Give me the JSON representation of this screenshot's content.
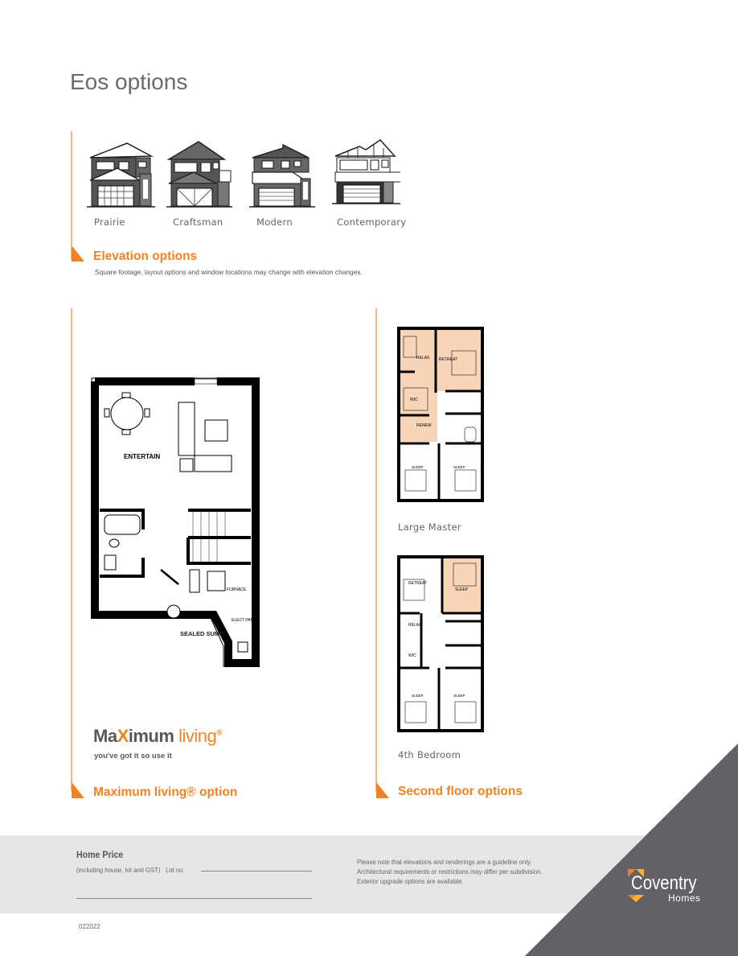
{
  "page": {
    "title": "Eos options"
  },
  "colors": {
    "accent": "#f58220",
    "footer_band": "#e7e5e6",
    "logo_panel": "#636166",
    "plan_highlight": "#f9d5b8"
  },
  "elevations": {
    "items": [
      {
        "label": "Prairie",
        "icon": "house-elevation-prairie"
      },
      {
        "label": "Craftsman",
        "icon": "house-elevation-craftsman"
      },
      {
        "label": "Modern",
        "icon": "house-elevation-modern"
      },
      {
        "label": "Contemporary",
        "icon": "house-elevation-contemporary"
      }
    ],
    "heading": "Elevation options",
    "note": "Square footage, layout options and window locations may change with elevation changes."
  },
  "maximum_living": {
    "plan_rooms": {
      "entertain": "ENTERTAIN",
      "furnace": "FURNACE",
      "elec_panel": "ELECT PANEL",
      "sump": "SEALED SUMP"
    },
    "logo": {
      "part1": "Ma",
      "part2": "X",
      "part3": "imum",
      "part4": "living",
      "reg": "®"
    },
    "tagline": "you've got it so use it",
    "heading": "Maximum living® option"
  },
  "second_floor": {
    "plans": [
      {
        "label": "Large Master",
        "rooms": [
          "RELAX",
          "RETREAT",
          "WIC",
          "RENEW",
          "SLEEP",
          "SLEEP"
        ]
      },
      {
        "label": "4th Bedroom",
        "rooms": [
          "RETREAT",
          "SLEEP",
          "RELAX",
          "WIC",
          "SLEEP",
          "SLEEP"
        ]
      }
    ],
    "heading": "Second floor options"
  },
  "footer": {
    "home_price_label": "Home Price",
    "home_price_sub": "(including house, lot and GST)",
    "lot_label": "Lot no.",
    "disclaimer": [
      "Please note that elevations and renderings are a guideline only.",
      "Architectural requirements or restrictions may differ per subdivision.",
      "Exterior upgrade options are available."
    ],
    "code": "022022",
    "brand": {
      "name": "Coventry",
      "sub": "Homes"
    }
  }
}
